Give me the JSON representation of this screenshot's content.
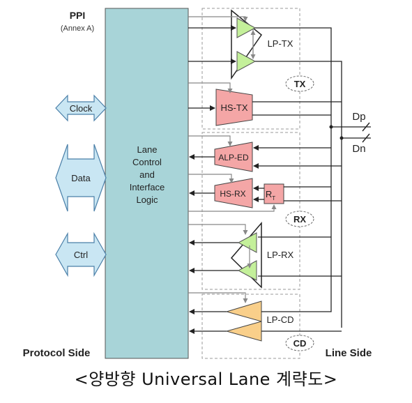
{
  "labels": {
    "ppi": "PPI",
    "annex": "(Annex A)",
    "lane_logic": [
      "Lane",
      "Control",
      "and",
      "Interface",
      "Logic"
    ],
    "clock": "Clock",
    "data": "Data",
    "ctrl": "Ctrl",
    "protocol_side": "Protocol Side",
    "line_side": "Line Side",
    "lp_tx": "LP-TX",
    "hs_tx": "HS-TX",
    "alp_ed": "ALP-ED",
    "hs_rx": "HS-RX",
    "rt_main": "R",
    "rt_sub": "T",
    "lp_rx": "LP-RX",
    "lp_cd": "LP-CD",
    "tx_group": "TX",
    "rx_group": "RX",
    "cd_group": "CD",
    "dp": "Dp",
    "dn": "Dn"
  },
  "caption": "<양방향 Universal Lane 계략도>",
  "colors": {
    "logic_fill": "#a8d4d8",
    "block_fill": "#f4a6a6",
    "lp_fill": "#c4f09a",
    "lp_cd_fill": "#f9cf8a",
    "arrow_fill": "#c9e6f3",
    "line": "#222222",
    "dash": "#999999"
  }
}
